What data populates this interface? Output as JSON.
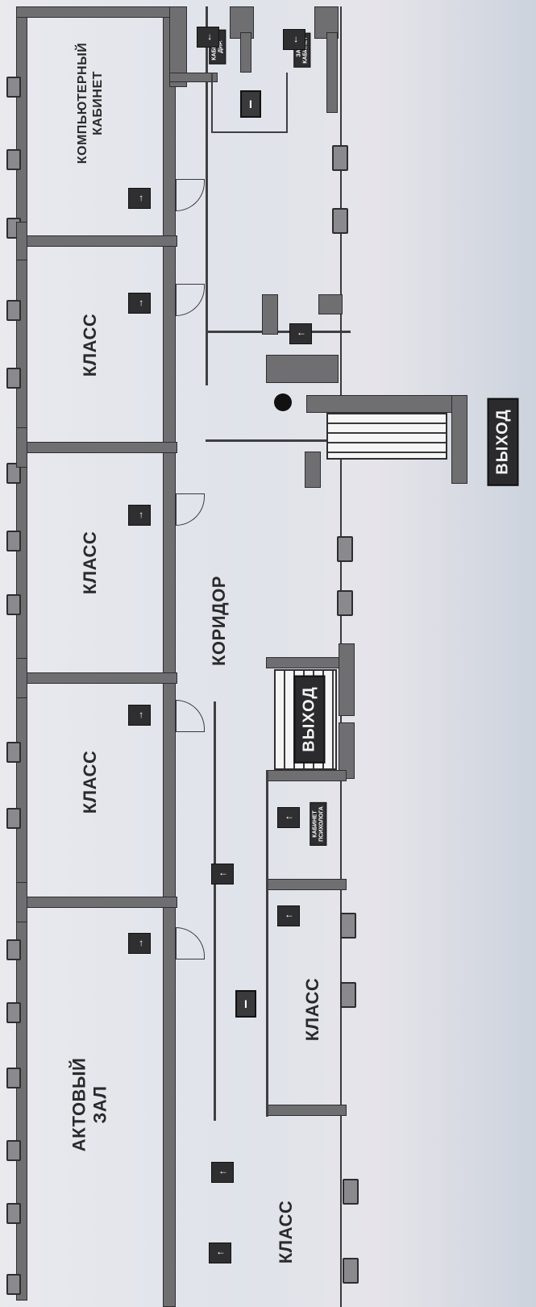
{
  "plan": {
    "rooms": {
      "computer_room": [
        "КОМПЬЮТЕРНЫЙ",
        "КАБИНЕТ"
      ],
      "class_1": "КЛАСС",
      "class_2": "КЛАСС",
      "class_3": "КЛАСС",
      "assembly_hall": [
        "АКТОВЫЙ",
        "ЗАЛ"
      ],
      "class_4": "КЛАСС",
      "class_5": "КЛАСС",
      "corridor": "КОРИДОР"
    },
    "exits": {
      "main": "ВЫХОД",
      "stair": "ВЫХОД"
    },
    "small_signs": {
      "director_office": [
        "КАБИНЕТ",
        "ДИР."
      ],
      "deputy_office": [
        "ЗАМ.",
        "КАБИНЕТ"
      ],
      "psychologist_office": [
        "КАБИНЕТ",
        "ПСИХОЛОГА"
      ]
    },
    "icons": {
      "exit_arrow": "→",
      "up_arrow": "↑",
      "left_arrow": "←",
      "door_sign": "⊡",
      "phone": "I"
    }
  }
}
